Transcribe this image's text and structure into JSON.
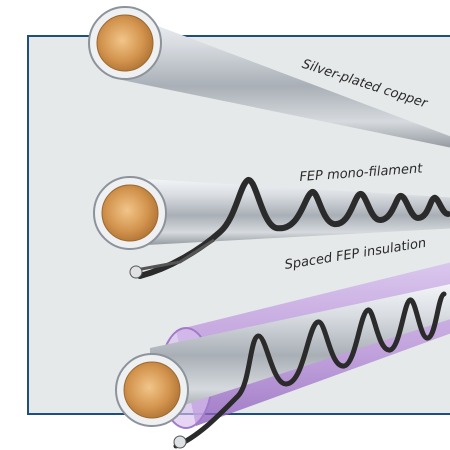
{
  "labels": {
    "silver_plated_copper": "Silver-plated copper",
    "fep_mono_filament": "FEP mono-filament",
    "spaced_fep_insulation": "Spaced FEP insulation"
  },
  "colors": {
    "panel": "#e6e9ea",
    "panel_border": "#1f4f7a",
    "copper": "#d79a55",
    "silver": "#c8ccd0",
    "filament": "#2b2b2b",
    "insulation": "#b98fd8"
  }
}
